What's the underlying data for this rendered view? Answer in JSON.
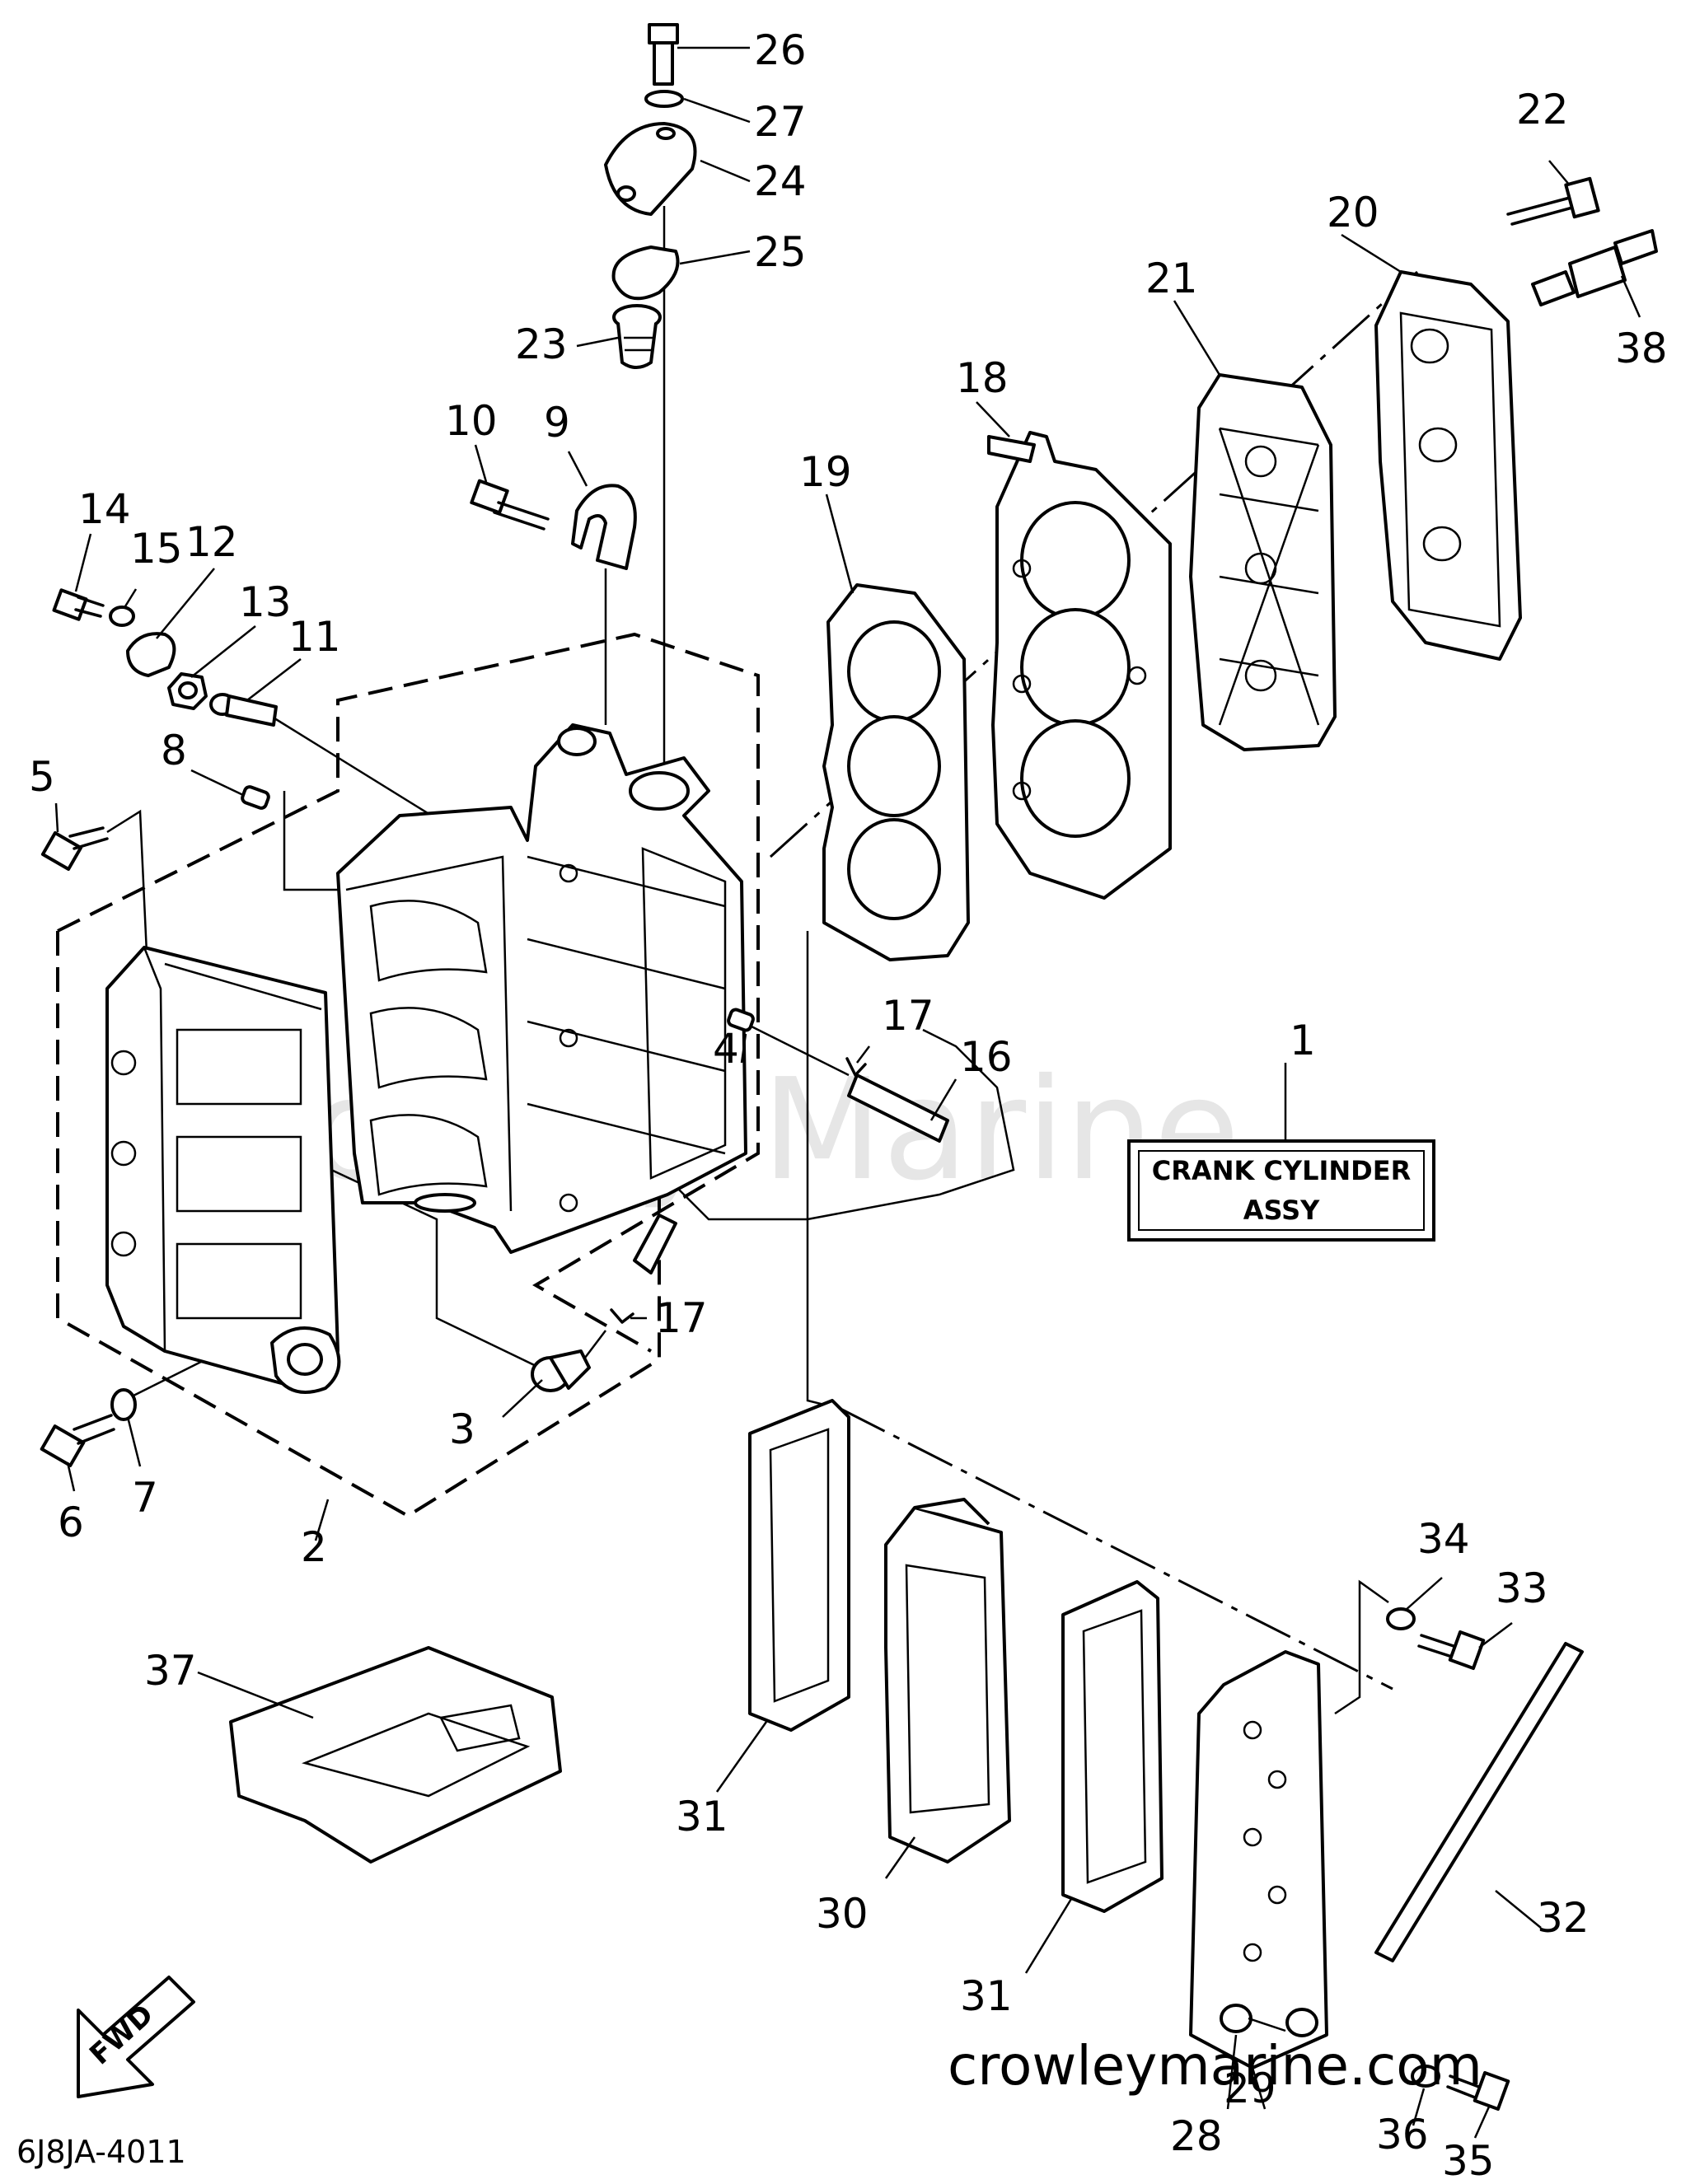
{
  "title_box": {
    "line1": "CRANK CYLINDER",
    "line2": "ASSY",
    "ref": "1"
  },
  "part_labels": [
    "1",
    "2",
    "3",
    "4",
    "5",
    "6",
    "7",
    "8",
    "9",
    "10",
    "11",
    "12",
    "13",
    "14",
    "15",
    "16",
    "17",
    "17",
    "18",
    "19",
    "20",
    "21",
    "22",
    "23",
    "24",
    "25",
    "26",
    "27",
    "28",
    "29",
    "30",
    "31",
    "31",
    "32",
    "33",
    "34",
    "35",
    "36",
    "37",
    "38"
  ],
  "fwd_label": "FWD",
  "diagram_code": "6J8JA-4011",
  "watermark_url": "crowleymarine.com",
  "watermark_bg": "Crowley Marine"
}
